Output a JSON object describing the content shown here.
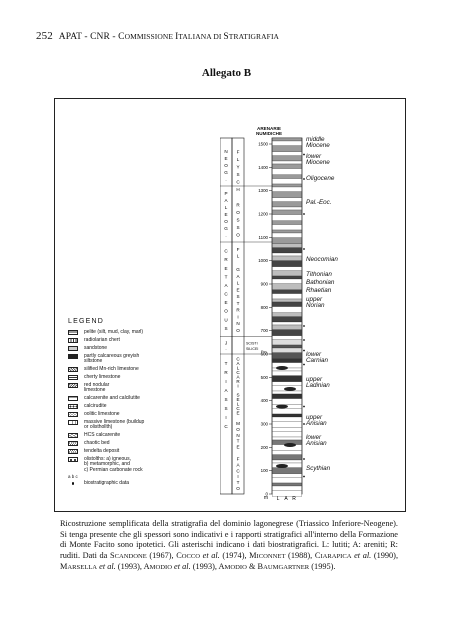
{
  "header": {
    "page_number": "252",
    "publisher": "APAT - CNR - ",
    "commission_C": "C",
    "commission_rest_1": "OMMISSIONE ",
    "commission_I": "I",
    "commission_rest_2": "TALIANA DI ",
    "commission_S": "S",
    "commission_rest_3": "TRATIGRAFIA"
  },
  "attachment_title": "Allegato B",
  "legend": {
    "title": "LEGEND",
    "items": [
      {
        "pattern": "pelite",
        "label": "pelite (silt, mud, clay, marl)"
      },
      {
        "pattern": "radio",
        "label": "radiolarian chert"
      },
      {
        "pattern": "sand",
        "label": "sandstone"
      },
      {
        "pattern": "black",
        "label": "partly calcareous greyish\nsiltstone"
      },
      {
        "pattern": "mn",
        "label": "silified Mn-rich limestone"
      },
      {
        "pattern": "chert",
        "label": "cherty limestone"
      },
      {
        "pattern": "red",
        "label": "red nodular\nlimestone"
      },
      {
        "pattern": "calc",
        "label": "calcarenite and calcilutite"
      },
      {
        "pattern": "rud",
        "label": "calcirudite"
      },
      {
        "pattern": "ool",
        "label": "oolitic limestone"
      },
      {
        "pattern": "mass",
        "label": "massive limestone (buildup\nor olisthollth)"
      },
      {
        "pattern": "hcs",
        "label": "HCS calcarenite"
      },
      {
        "pattern": "chaotic",
        "label": "chaotic bed"
      },
      {
        "pattern": "tend",
        "label": "tendelta deposit"
      },
      {
        "pattern": "olisto",
        "label": "olistolths: a) igneous,\nb) metamorphic, and\nc) Permian carbonate rock"
      },
      {
        "pattern": "dot",
        "label": "biostratigraphic data"
      }
    ],
    "olisto_abc": "a  b c"
  },
  "column": {
    "header_lines": [
      "ARENARIE",
      "NUMIDICHE"
    ],
    "unit": "m",
    "ticks": [
      "1500",
      "1400",
      "1300",
      "1200",
      "1100",
      "1000",
      "900",
      "800",
      "700",
      "600",
      "500",
      "400",
      "300",
      "200",
      "100",
      "0"
    ],
    "eras": [
      {
        "letters": [
          "N",
          "E",
          "O",
          "G",
          "."
        ]
      },
      {
        "letters": [
          "P",
          "A",
          "L",
          "E",
          "O",
          "G",
          "."
        ]
      },
      {
        "letters": [
          "C",
          "R",
          "E",
          "T",
          "A",
          "C",
          "E",
          "O",
          "U",
          "S"
        ]
      },
      {
        "letters": [
          "J",
          "."
        ]
      },
      {
        "letters": [
          "T",
          "R",
          "I",
          "A",
          "S",
          "S",
          "I",
          "C"
        ]
      }
    ],
    "formations": [
      {
        "letters": [
          "F",
          "L",
          "Y",
          "S",
          "C",
          "H",
          "",
          "R",
          "O",
          "S",
          "S",
          "O"
        ]
      },
      {
        "letters": [
          "F",
          "L",
          "",
          "G",
          "A",
          "L",
          "E",
          "S",
          "T",
          "R",
          "I",
          "N",
          "O"
        ]
      },
      {
        "letters": [
          "SCISTI",
          "SILICEI"
        ]
      },
      {
        "letters": [
          "C",
          "A",
          "L",
          "C",
          "A",
          "R",
          "I",
          "",
          "S",
          "E",
          "L",
          "C",
          "E"
        ]
      },
      {
        "letters": [
          "M",
          "O",
          "N",
          "T",
          "E",
          "",
          "F",
          "A",
          "C",
          "I",
          "T",
          "O"
        ]
      }
    ],
    "bottom_labels": [
      "L",
      "A",
      "R"
    ],
    "fm_tag": "Fm"
  },
  "age_labels": [
    {
      "text": "middle\nMiocene"
    },
    {
      "text": "lower\nMiocene"
    },
    {
      "text": "Oligocene"
    },
    {
      "text": "Pal.-Eoc."
    },
    {
      "text": "Neocomian"
    },
    {
      "text": "Tithonian"
    },
    {
      "text": "Bathonian"
    },
    {
      "text": "Rhaetian"
    },
    {
      "text": "upper\nNorian"
    },
    {
      "text": "lower\nCarnian"
    },
    {
      "text": "upper\nLadinian"
    },
    {
      "text": "upper\nAnisian"
    },
    {
      "text": "lower\nAnisian"
    },
    {
      "text": "Scythian"
    }
  ],
  "caption": {
    "p1": "Ricostruzione semplificata della stratigrafia del dominio lagonegrese (Triassico Inferiore-Neogene). Si tenga presente che gli spessori sono indicativi e i rapporti stratigrafici all'interno della Formazione di Monte Facito sono ipotetici. Gli asterischi indicano i dati biostratigrafici. L: lutiti; A: areniti; R: ruditi. Dati da ",
    "s1_cap": "S",
    "s1_rest": "CANDONE",
    "s1_year": " (1967), ",
    "s2_cap": "C",
    "s2_rest": "OCCO",
    "s2_etal": " et al.",
    "s2_year": " (1974), ",
    "s3_cap": "M",
    "s3_rest": "ICONNET",
    "s3_year": " (1988), ",
    "s4_cap": "C",
    "s4_rest": "IARAPICA",
    "s4_etal": " et al.",
    "s4_year": " (1990), ",
    "s5_cap": "M",
    "s5_rest": "ARSELLA",
    "s5_etal": " et al.",
    "s5_year": " (1993), ",
    "s6_cap": "A",
    "s6_rest": "MODIO",
    "s6_etal": " et al.",
    "s6_year": " (1993), ",
    "s7_cap1": "A",
    "s7_rest1": "MODIO",
    "s7_amp": " & ",
    "s7_cap2": "B",
    "s7_rest2": "AUMGARTNER",
    "s7_year": " (1995)."
  }
}
